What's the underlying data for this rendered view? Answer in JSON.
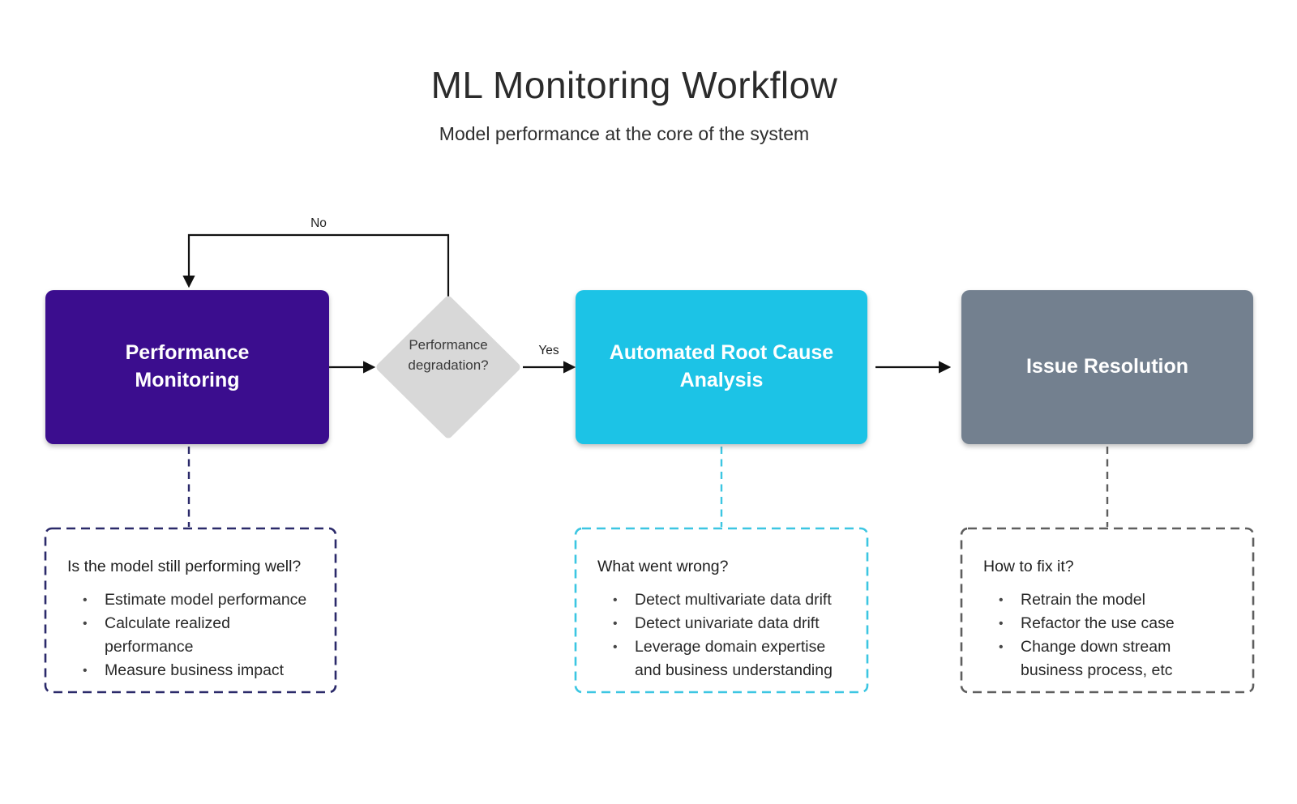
{
  "title": "ML Monitoring Workflow",
  "subtitle": "Model performance at the core of the system",
  "flow": {
    "performance_monitoring": {
      "label": "Performance Monitoring",
      "color": "#3b0d8e"
    },
    "decision": {
      "label": "Performance degradation?",
      "color": "#d8d8d8"
    },
    "root_cause": {
      "label": "Automated Root Cause Analysis",
      "color": "#1cc3e6"
    },
    "issue_resolution": {
      "label": "Issue Resolution",
      "color": "#73808f"
    },
    "edge_labels": {
      "no": "No",
      "yes": "Yes"
    }
  },
  "notes": [
    {
      "heading": "Is the model still performing well?",
      "bullets": [
        "Estimate model performance",
        "Calculate realized performance",
        "Measure business impact"
      ],
      "accent": "#2b2a6a"
    },
    {
      "heading": "What went wrong?",
      "bullets": [
        "Detect multivariate data drift",
        "Detect univariate data drift",
        "Leverage domain expertise and business understanding"
      ],
      "accent": "#3cc6e2"
    },
    {
      "heading": "How to fix it?",
      "bullets": [
        "Retrain the model",
        "Refactor the use case",
        "Change down stream business process, etc"
      ],
      "accent": "#5e5e5e"
    }
  ],
  "glyphs": {
    "bullet": "•"
  },
  "colors": {
    "background": "#ffffff",
    "arrow": "#111111",
    "title_text": "#2b2b2b",
    "node_text": "#ffffff",
    "diamond_text": "#3a3a3a"
  }
}
